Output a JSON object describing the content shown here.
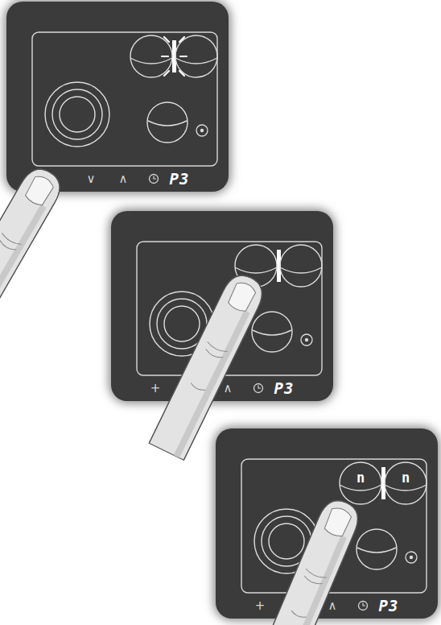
{
  "diagram": {
    "nodes": [
      {
        "text": [
          "∨",
          "∧",
          "P3"
        ]
      },
      {
        "text": [
          "+",
          "∧",
          "P3"
        ]
      },
      {
        "text": [
          "+",
          "∧",
          "P3"
        ]
      },
      {
        "text": [
          "n"
        ],
        "in": 2
      },
      {
        "text": [
          "n"
        ],
        "in": 2
      }
    ]
  }
}
